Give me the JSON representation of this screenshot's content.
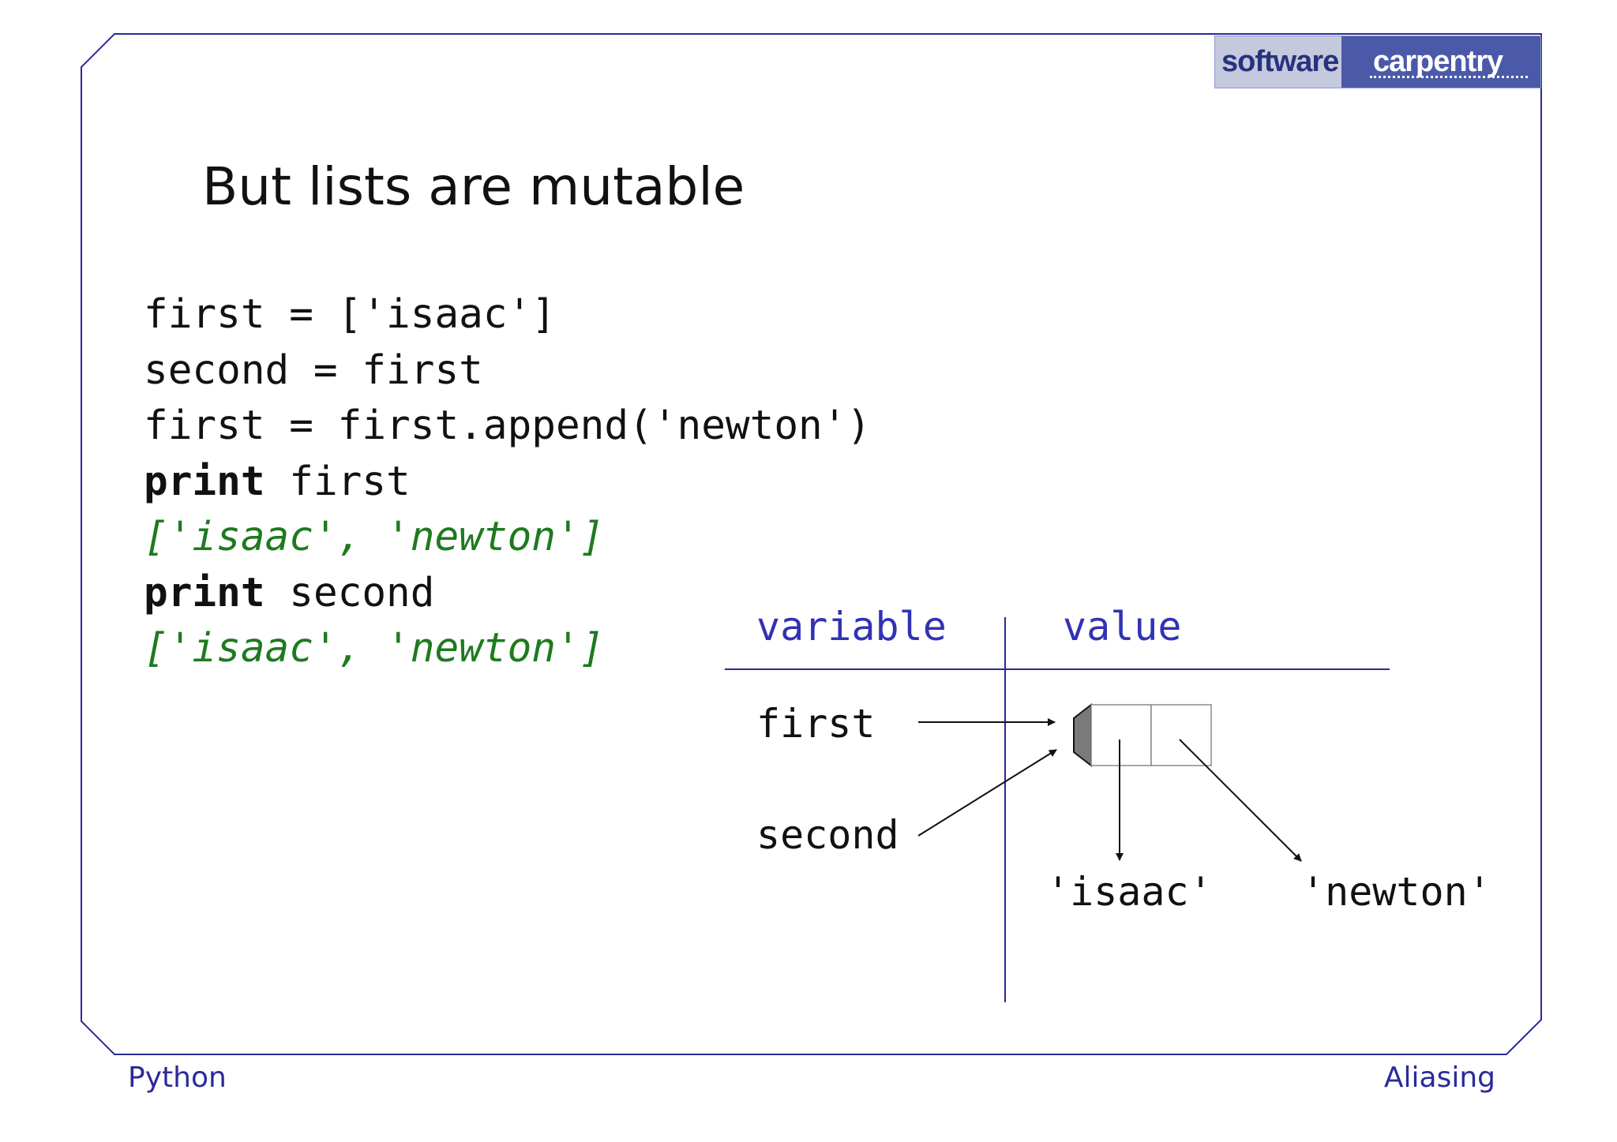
{
  "logo": {
    "word1": "software",
    "word2": "carpentry"
  },
  "slide": {
    "title": "But lists are mutable"
  },
  "code": {
    "line1": "first = ['isaac']",
    "line2": "second = first",
    "line3": "first = first.append('newton')",
    "line4_keyword": "print",
    "line4_rest": " first",
    "line5_output": "['isaac', 'newton']",
    "line6_keyword": "print",
    "line6_rest": " second",
    "line7_output": "['isaac', 'newton']"
  },
  "diagram": {
    "header_variable": "variable",
    "header_value": "value",
    "var_first": "first",
    "var_second": "second",
    "value_isaac": "'isaac'",
    "value_newton": "'newton'"
  },
  "footer": {
    "left": "Python",
    "right": "Aliasing"
  },
  "colors": {
    "frame": "#2a2a9a",
    "header": "#3232b4",
    "output": "#1e7a1e"
  }
}
